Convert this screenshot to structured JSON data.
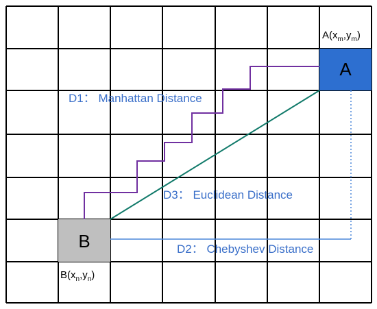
{
  "grid": {
    "rows": 7,
    "cols": 7,
    "line_color": "#000000"
  },
  "points": {
    "a": {
      "label": "A",
      "coord_main": "A(x",
      "coord_sub1": "m",
      "coord_mid": ",y",
      "coord_sub2": "m",
      "coord_end": ")",
      "fill": "#2d6fd0"
    },
    "b": {
      "label": "B",
      "coord_main": "B(x",
      "coord_sub1": "n",
      "coord_mid": ",y",
      "coord_sub2": "n",
      "coord_end": ")",
      "fill": "#bfbfbf"
    }
  },
  "labels": {
    "d1": "D1： Manhattan Distance",
    "d2": "D2：  Chebyshev Distance",
    "d3": "D3： Euclidean Distance"
  },
  "colors": {
    "manhattan": "#7030a0",
    "euclidean": "#117a6a",
    "chebyshev": "#4a86d8",
    "label_text": "#3a6fc9"
  }
}
